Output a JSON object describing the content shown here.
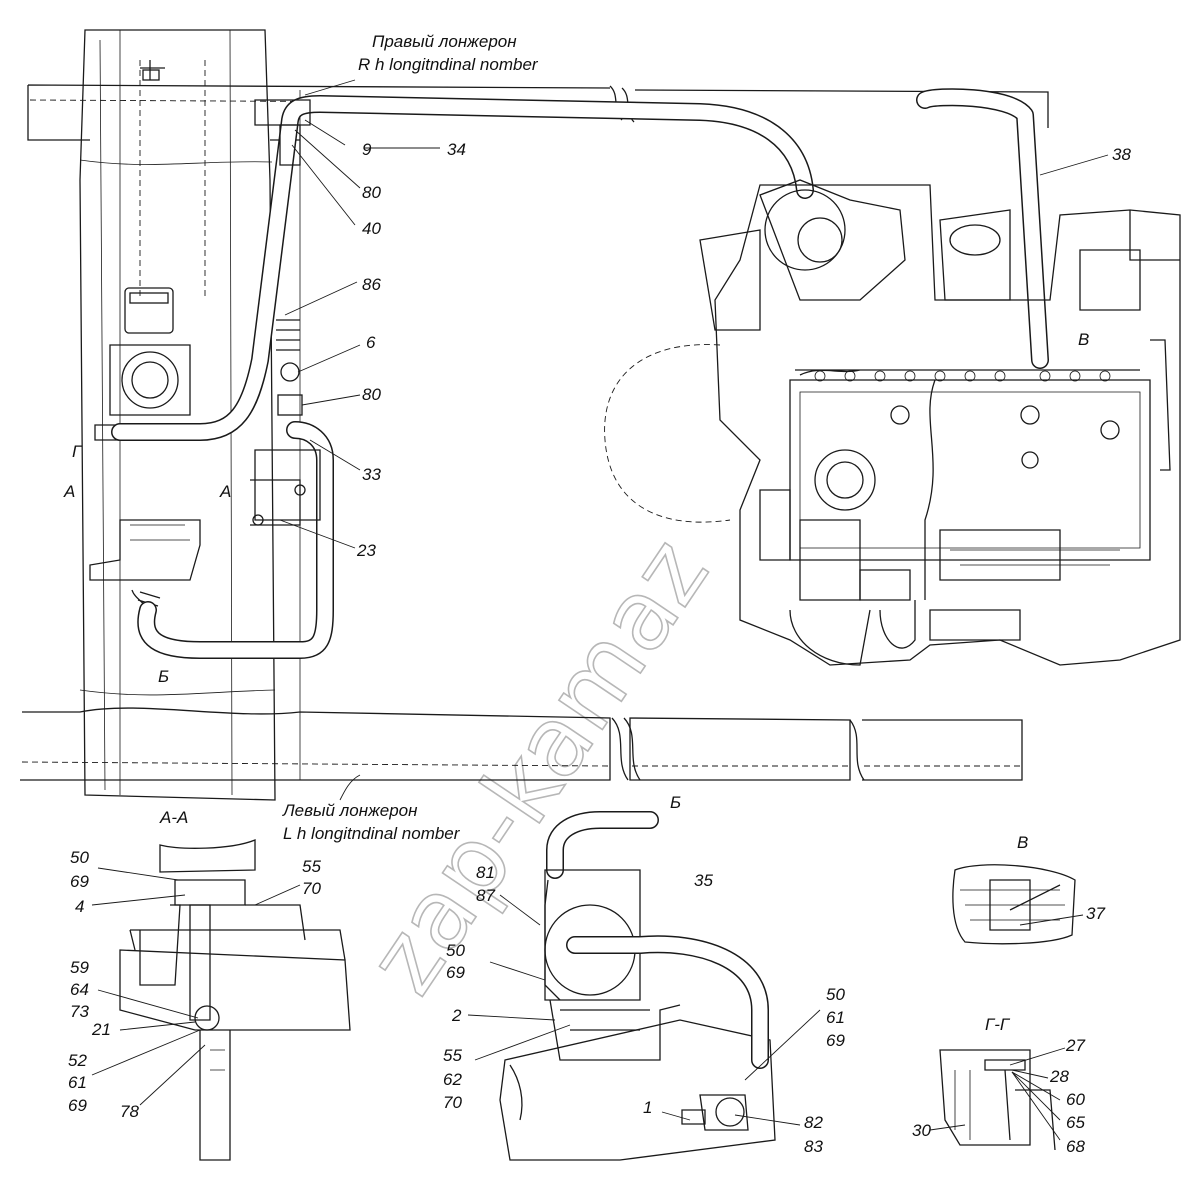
{
  "captions": {
    "right_rail_ru": "Правый лонжерон",
    "right_rail_en": "R h longitndinal nomber",
    "left_rail_ru": "Левый лонжерон",
    "left_rail_en": "L h longitndinal nomber"
  },
  "section_labels": {
    "aa_title": "А-А",
    "b_title": "Б",
    "v_title": "В",
    "gg_title": "Г-Г",
    "a_left": "А",
    "a_right": "А",
    "g_mark": "Г",
    "b_mark": "Б",
    "v_on_engine": "В"
  },
  "callouts": {
    "main": [
      "9",
      "34",
      "80",
      "40",
      "86",
      "6",
      "80",
      "33",
      "23",
      "38"
    ],
    "aa": [
      "50",
      "69",
      "4",
      "55",
      "70",
      "59",
      "64",
      "73",
      "21",
      "52",
      "61",
      "69",
      "78"
    ],
    "b": [
      "81",
      "87",
      "35",
      "50",
      "69",
      "2",
      "55",
      "62",
      "70",
      "50",
      "61",
      "69",
      "1",
      "82",
      "83"
    ],
    "v": [
      "37"
    ],
    "gg": [
      "27",
      "28",
      "60",
      "65",
      "68",
      "30"
    ]
  },
  "watermark": "zap-kamaz"
}
